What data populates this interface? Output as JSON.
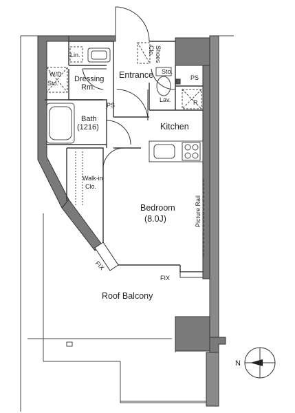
{
  "rooms": {
    "wd": "W/D",
    "wd_sto": "Sto.",
    "lin": "Lin.",
    "dressing_1": "Dressing",
    "dressing_2": "Rm.",
    "entrance": "Entrance",
    "shoes_1": "Shoes",
    "shoes_2": "Clo.",
    "toilet_sto": "Sto.",
    "lav": "Lav.",
    "ps_right": "PS",
    "r": "R",
    "bath_1": "Bath",
    "bath_2": "(1216)",
    "ps_left": "PS",
    "kitchen": "Kitchen",
    "walkin_1": "Walk-in",
    "walkin_2": "Clo.",
    "bedroom_1": "Bedroom",
    "bedroom_2": "(8.0J)",
    "picture_rail": "Picture Rail",
    "fix_1": "FIX",
    "fix_2": "FIX",
    "roof_balcony": "Roof Balcony"
  },
  "compass": {
    "north": "N"
  },
  "colors": {
    "wall": "#7a7a7a",
    "line": "#333333"
  }
}
